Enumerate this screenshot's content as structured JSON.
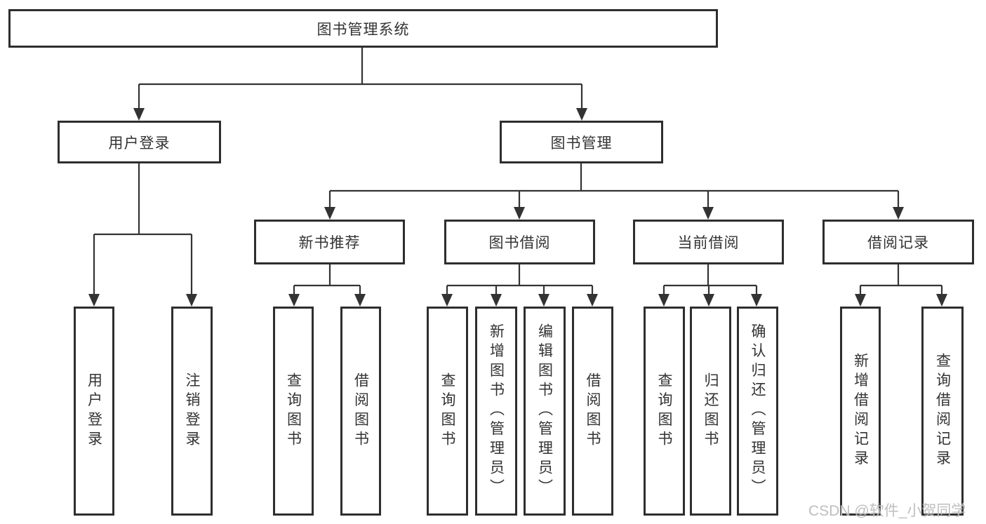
{
  "diagram": {
    "root": "图书管理系统",
    "level2": {
      "user_login": "用户登录",
      "book_mgmt": "图书管理"
    },
    "level3": {
      "new_books": "新书推荐",
      "book_borrow": "图书借阅",
      "current_borrow": "当前借阅",
      "borrow_records": "借阅记录"
    },
    "leaves": {
      "user_login": [
        "用户登录",
        "注销登录"
      ],
      "new_books": [
        "查询图书",
        "借阅图书"
      ],
      "book_borrow": [
        "查询图书",
        "新增图书（管理员）",
        "编辑图书（管理员）",
        "借阅图书"
      ],
      "current_borrow": [
        "查询图书",
        "归还图书",
        "确认归还（管理员）"
      ],
      "borrow_records": [
        "新增借阅记录",
        "查询借阅记录"
      ]
    }
  },
  "watermark": "CSDN @软件_小贺同学",
  "colors": {
    "line": "#333333",
    "border": "#2e2e2e",
    "text": "#333333",
    "watermark": "#b8b8b8",
    "background": "#ffffff"
  }
}
